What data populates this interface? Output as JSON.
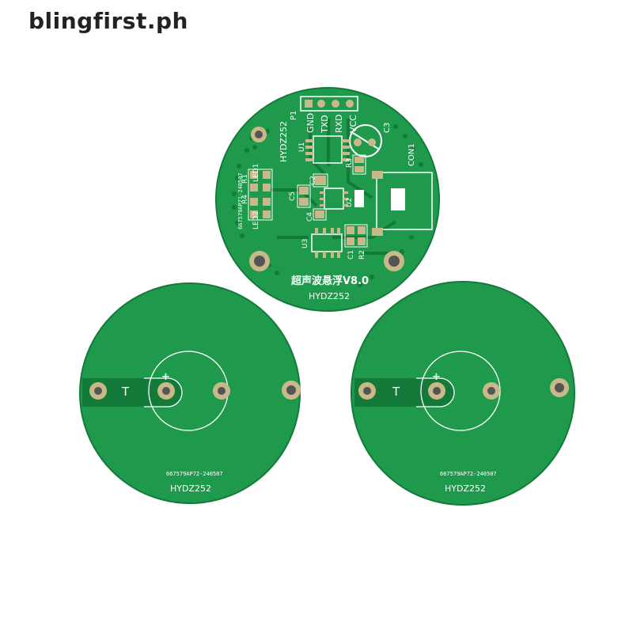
{
  "watermark": "blingfirst.ph",
  "colors": {
    "pcb_green": "#1f9a4c",
    "pcb_trace": "#137a3a",
    "silkscreen": "#ffffff",
    "pad_gold": "#c9b98a"
  },
  "top_board": {
    "header_label": "P1",
    "header_pins": [
      "GND",
      "TXD",
      "RXD",
      "VCC"
    ],
    "cap_label": "C3",
    "connector_label": "CON1",
    "component_labels": [
      "U1",
      "R3",
      "C2",
      "C5",
      "U2",
      "C4",
      "U3",
      "C1",
      "R2",
      "R1",
      "R4",
      "LED1",
      "LED2"
    ],
    "board_code_vertical": "HYDZ252",
    "lot_code": "667579AP71-240507",
    "title": "超声波悬浮V8.0",
    "model": "HYDZ252"
  },
  "bottom_left_board": {
    "pin_t": "T",
    "pin_plus": "+",
    "lot_code": "667579AP72-240507",
    "model": "HYDZ252"
  },
  "bottom_right_board": {
    "pin_t": "T",
    "pin_plus": "+",
    "lot_code": "667579AP72-240507",
    "model": "HYDZ252"
  }
}
